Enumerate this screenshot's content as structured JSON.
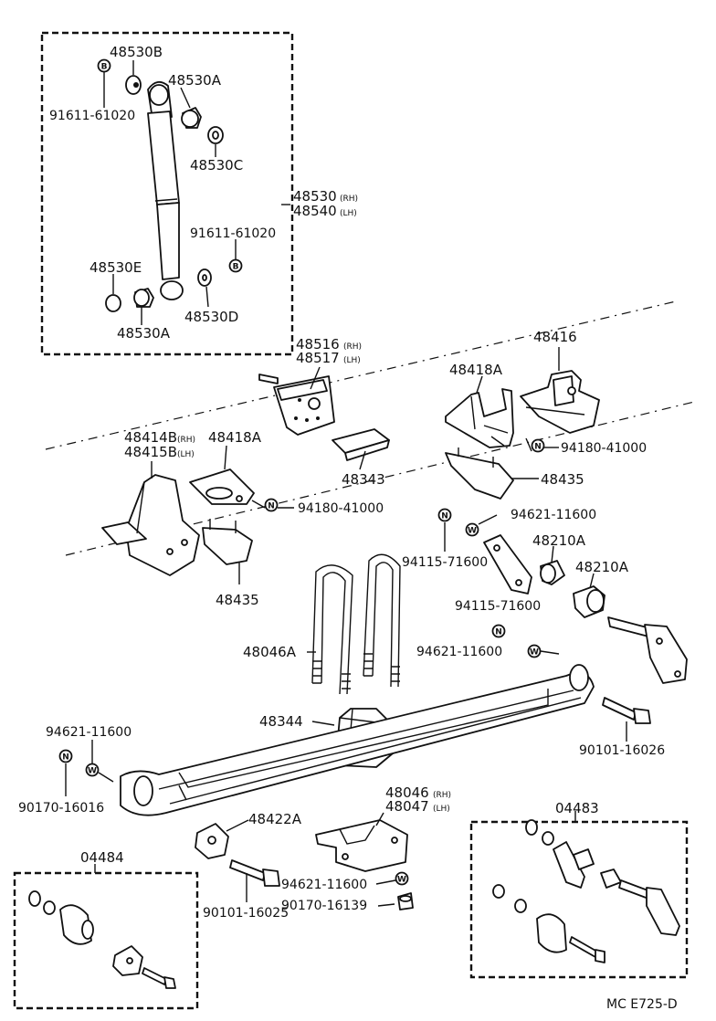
{
  "diagram": {
    "shock_box": {
      "part_48530B": "48530B",
      "part_48530A_top": "48530A",
      "part_91611_top": "91611-61020",
      "part_48530C": "48530C",
      "part_48530_rh": "48530",
      "part_48530_rh_suffix": "(RH)",
      "part_48540_lh": "48540",
      "part_48540_lh_suffix": "(LH)",
      "part_91611_bottom": "91611-61020",
      "part_48530E": "48530E",
      "part_48530D": "48530D",
      "part_48530A_bottom": "48530A",
      "symbol_B": "B"
    },
    "frame_parts": {
      "part_48516": "48516",
      "part_48516_suffix": "(RH)",
      "part_48517": "48517",
      "part_48517_suffix": "(LH)",
      "part_48416": "48416",
      "part_48418A_right": "48418A",
      "part_94180_right": "94180-41000",
      "part_48343": "48343",
      "part_48435_right": "48435",
      "part_48414B": "48414B",
      "part_48414B_suffix": "(RH)",
      "part_48415B": "48415B",
      "part_48415B_suffix": "(LH)",
      "part_48418A_left": "48418A",
      "part_94180_left": "94180-41000",
      "part_48435_left": "48435"
    },
    "spring_parts": {
      "part_94621_top": "94621-11600",
      "part_48210A_1": "48210A",
      "part_48210A_2": "48210A",
      "part_94115_1": "94115-71600",
      "part_94115_2": "94115-71600",
      "part_94621_mid": "94621-11600",
      "part_48046A": "48046A",
      "part_48344": "48344",
      "part_90101_16026": "90101-16026",
      "part_94621_left": "94621-11600",
      "part_90170_16016": "90170-16016",
      "part_48422A": "48422A",
      "part_48046": "48046",
      "part_48046_suffix": "(RH)",
      "part_48047": "48047",
      "part_48047_suffix": "(LH)",
      "part_94621_bottom": "94621-11600",
      "part_90101_16025": "90101-16025",
      "part_90170_16139": "90170-16139",
      "symbol_N": "N",
      "symbol_W": "W"
    },
    "kits": {
      "kit_04484": "04484",
      "kit_04483": "04483"
    },
    "footer_code": "MC E725-D"
  }
}
